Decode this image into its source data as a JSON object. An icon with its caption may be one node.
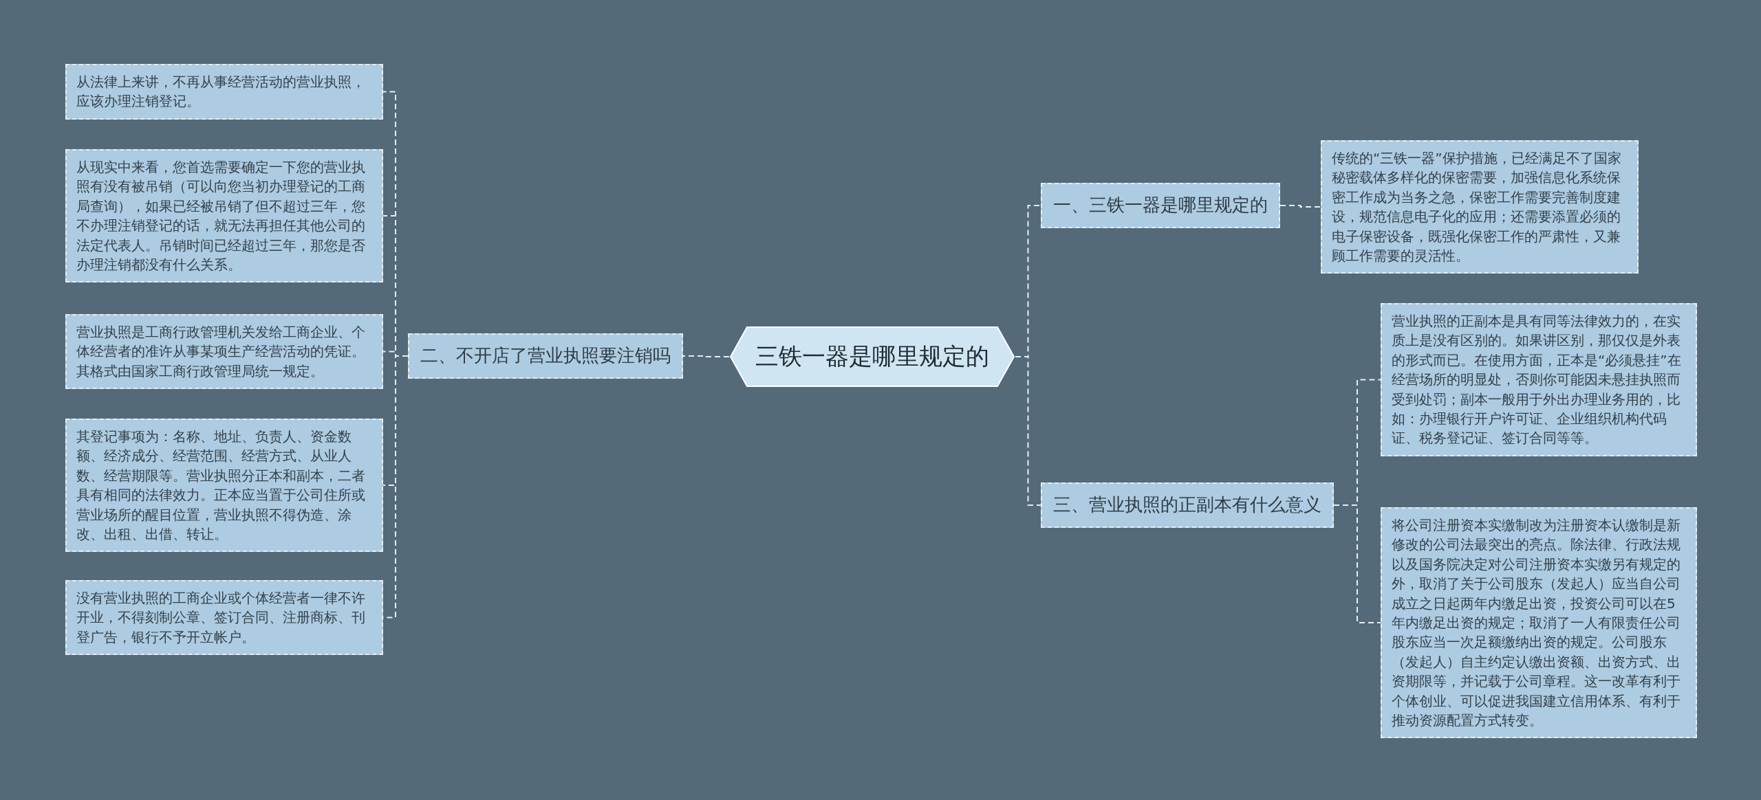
{
  "diagram": {
    "nodes": [
      {
        "text": [
          "从法律上来讲，不再从事经营活动的营业执照，应该办理注销登记。"
        ]
      },
      {
        "text": [
          "从现实中来看，您首选需要确定一下您的营业执照有没有被吊销（可以向您当初办理登记的工商局查询），如果已经被吊销了但不超过三年，您不办理注销登记的话，就无法再担任其他公司的法定代表人。吊销时间已经超过三年，那您是否办理注销都没有什么关系。"
        ]
      },
      {
        "text": [
          "营业执照是工商行政管理机关发给工商企业、个体经营者的准许从事某项生产经营活动的凭证。其格式由国家工商行政管理局统一规定。"
        ]
      },
      {
        "text": [
          "其登记事项为：名称、地址、负责人、资金数额、经济成分、经营范围、经营方式、从业人数、经营期限等。营业执照分正本和副本，二者具有相同的法律效力。正本应当置于公司住所或营业场所的醒目位置，营业执照不得伪造、涂改、出租、出借、转让。"
        ]
      },
      {
        "text": [
          "没有营业执照的工商企业或个体经营者一律不许开业，不得刻制公章、签订合同、注册商标、刊登广告，银行不予开立帐户。"
        ]
      },
      {
        "text": [
          "二、不开店了营业执照要注销吗"
        ]
      },
      {
        "text": [
          "三铁一器是哪里规定的"
        ]
      },
      {
        "text": [
          "一、三铁一器是哪里规定的"
        ]
      },
      {
        "text": [
          "传统的“三铁一器”保护措施，已经满足不了国家秘密载体多样化的保密需要，加强信息化系统保密工作成为当务之急，保密工作需要完善制度建设，规范信息电子化的应用；还需要添置必须的电子保密设备，既强化保密工作的严肃性，又兼顾工作需要的灵活性。"
        ]
      },
      {
        "text": [
          "三、营业执照的正副本有什么意义"
        ]
      },
      {
        "text": [
          "营业执照的正副本是具有同等法律效力的，在实质上是没有区别的。如果讲区别，那仅仅是外表的形式而已。在使用方面，正本是“必须悬挂”在经营场所的明显处，否则你可能因未悬挂执照而受到处罚；副本一般用于外出办理业务用的，比如：办理银行开户许可证、企业组织机构代码证、税务登记证、签订合同等等。"
        ]
      },
      {
        "text": [
          "将公司注册资本实缴制改为注册资本认缴制是新修改的公司法最突出的亮点。除法律、行政法规以及国务院决定对公司注册资本实缴另有规定的外，取消了关于公司股东（发起人）应当自公司成立之日起两年内缴足出资，投资公司可以在5年内缴足出资的规定；取消了一人有限责任公司股东应当一次足额缴纳出资的规定。公司股东（发起人）自主约定认缴出资额、出资方式、出资期限等，并记载于公司章程。这一改革有利于个体创业、可以促进我国建立信用体系、有利于推动资源配置方式转变。"
        ]
      }
    ],
    "edges": [
      {
        "from": 6,
        "to": 5,
        "arrow": "none"
      },
      {
        "from": 5,
        "to": 0,
        "arrow": "none"
      },
      {
        "from": 5,
        "to": 1,
        "arrow": "none"
      },
      {
        "from": 5,
        "to": 2,
        "arrow": "none"
      },
      {
        "from": 5,
        "to": 3,
        "arrow": "none"
      },
      {
        "from": 5,
        "to": 4,
        "arrow": "none"
      },
      {
        "from": 6,
        "to": 7,
        "arrow": "none"
      },
      {
        "from": 7,
        "to": 8,
        "arrow": "none"
      },
      {
        "from": 6,
        "to": 9,
        "arrow": "none"
      },
      {
        "from": 9,
        "to": 10,
        "arrow": "none"
      },
      {
        "from": 9,
        "to": 11,
        "arrow": "none"
      }
    ]
  }
}
